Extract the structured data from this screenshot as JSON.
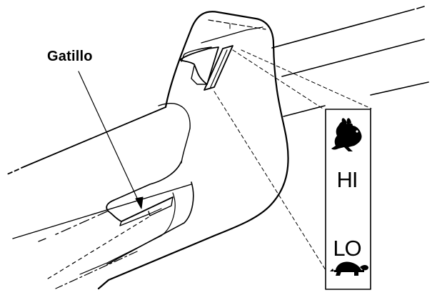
{
  "callout": {
    "label": "Gatillo"
  },
  "speed_panel": {
    "high": {
      "icon": "rabbit-icon",
      "label": "HI"
    },
    "low": {
      "icon": "turtle-icon",
      "label": "LO"
    }
  },
  "colors": {
    "line": "#000000",
    "background": "#ffffff"
  }
}
